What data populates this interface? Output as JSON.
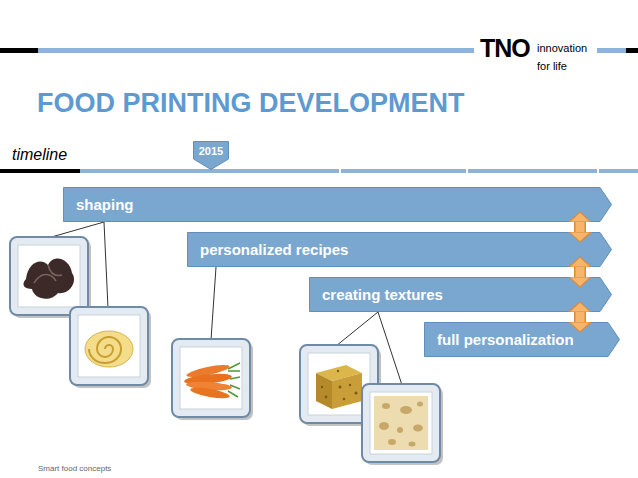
{
  "diagram": {
    "title": "FOOD PRINTING DEVELOPMENT",
    "nodes": [
      {
        "text": [
          "2015"
        ]
      },
      {
        "text": [
          "shaping"
        ]
      },
      {
        "text": [
          "personalized recipes"
        ]
      },
      {
        "text": [
          "creating textures"
        ]
      },
      {
        "text": [
          "full personalization"
        ]
      }
    ],
    "edges": [
      {
        "from": 1,
        "to": 2,
        "arrow": "both"
      },
      {
        "from": 2,
        "to": 3,
        "arrow": "both"
      },
      {
        "from": 3,
        "to": 4,
        "arrow": "both"
      }
    ],
    "labels": [
      "TNO",
      "innovation for life",
      "timeline",
      "Smart food concepts"
    ]
  }
}
